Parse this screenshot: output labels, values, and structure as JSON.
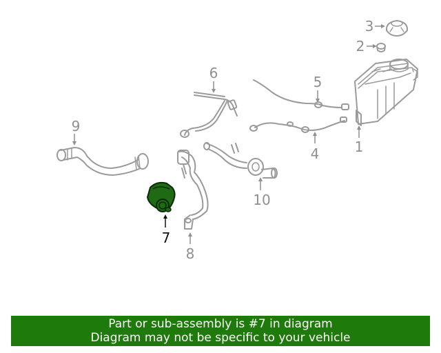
{
  "diagram": {
    "highlight_color": "#1e6b14",
    "callouts": [
      {
        "id": "1",
        "label": "1"
      },
      {
        "id": "2",
        "label": "2"
      },
      {
        "id": "3",
        "label": "3"
      },
      {
        "id": "4",
        "label": "4"
      },
      {
        "id": "5",
        "label": "5"
      },
      {
        "id": "6",
        "label": "6"
      },
      {
        "id": "7",
        "label": "7"
      },
      {
        "id": "8",
        "label": "8"
      },
      {
        "id": "9",
        "label": "9"
      },
      {
        "id": "10",
        "label": "10"
      }
    ]
  },
  "footer": {
    "line1": "Part or sub-assembly is #7 in diagram",
    "line2": "Diagram may not be specific to your vehicle",
    "background": "#1e7a0b",
    "text_color": "#ffffff"
  }
}
